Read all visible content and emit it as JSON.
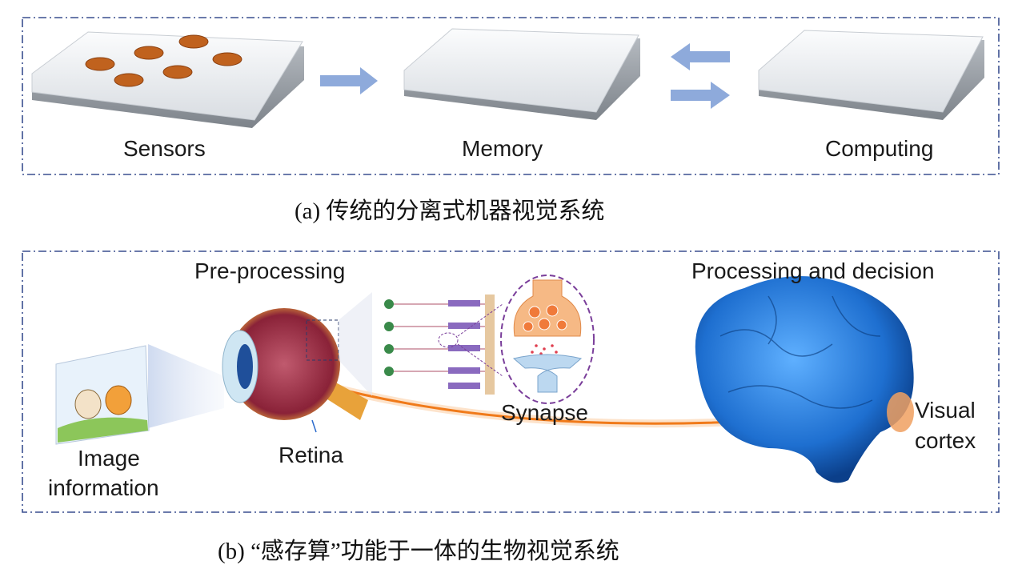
{
  "panel_a": {
    "labels": {
      "sensors": "Sensors",
      "memory": "Memory",
      "computing": "Computing"
    },
    "caption": "(a) 传统的分离式机器视觉系统"
  },
  "panel_b": {
    "labels": {
      "pre_processing": "Pre-processing",
      "processing_decision": "Processing and decision",
      "synapse": "Synapse",
      "image_information_1": "Image",
      "image_information_2": "information",
      "retina": "Retina",
      "visual_cortex_1": "Visual",
      "visual_cortex_2": "cortex"
    },
    "caption": "(b) “感存算”功能于一体的生物视觉系统"
  },
  "colors": {
    "frame": "#3a4f8f",
    "arrow": "#8eaadb",
    "sensor_bump": "#c0621e",
    "brain": "#1e6fd0",
    "optic_nerve": "#f07a1a",
    "synapse_outline": "#7a3e9a"
  }
}
